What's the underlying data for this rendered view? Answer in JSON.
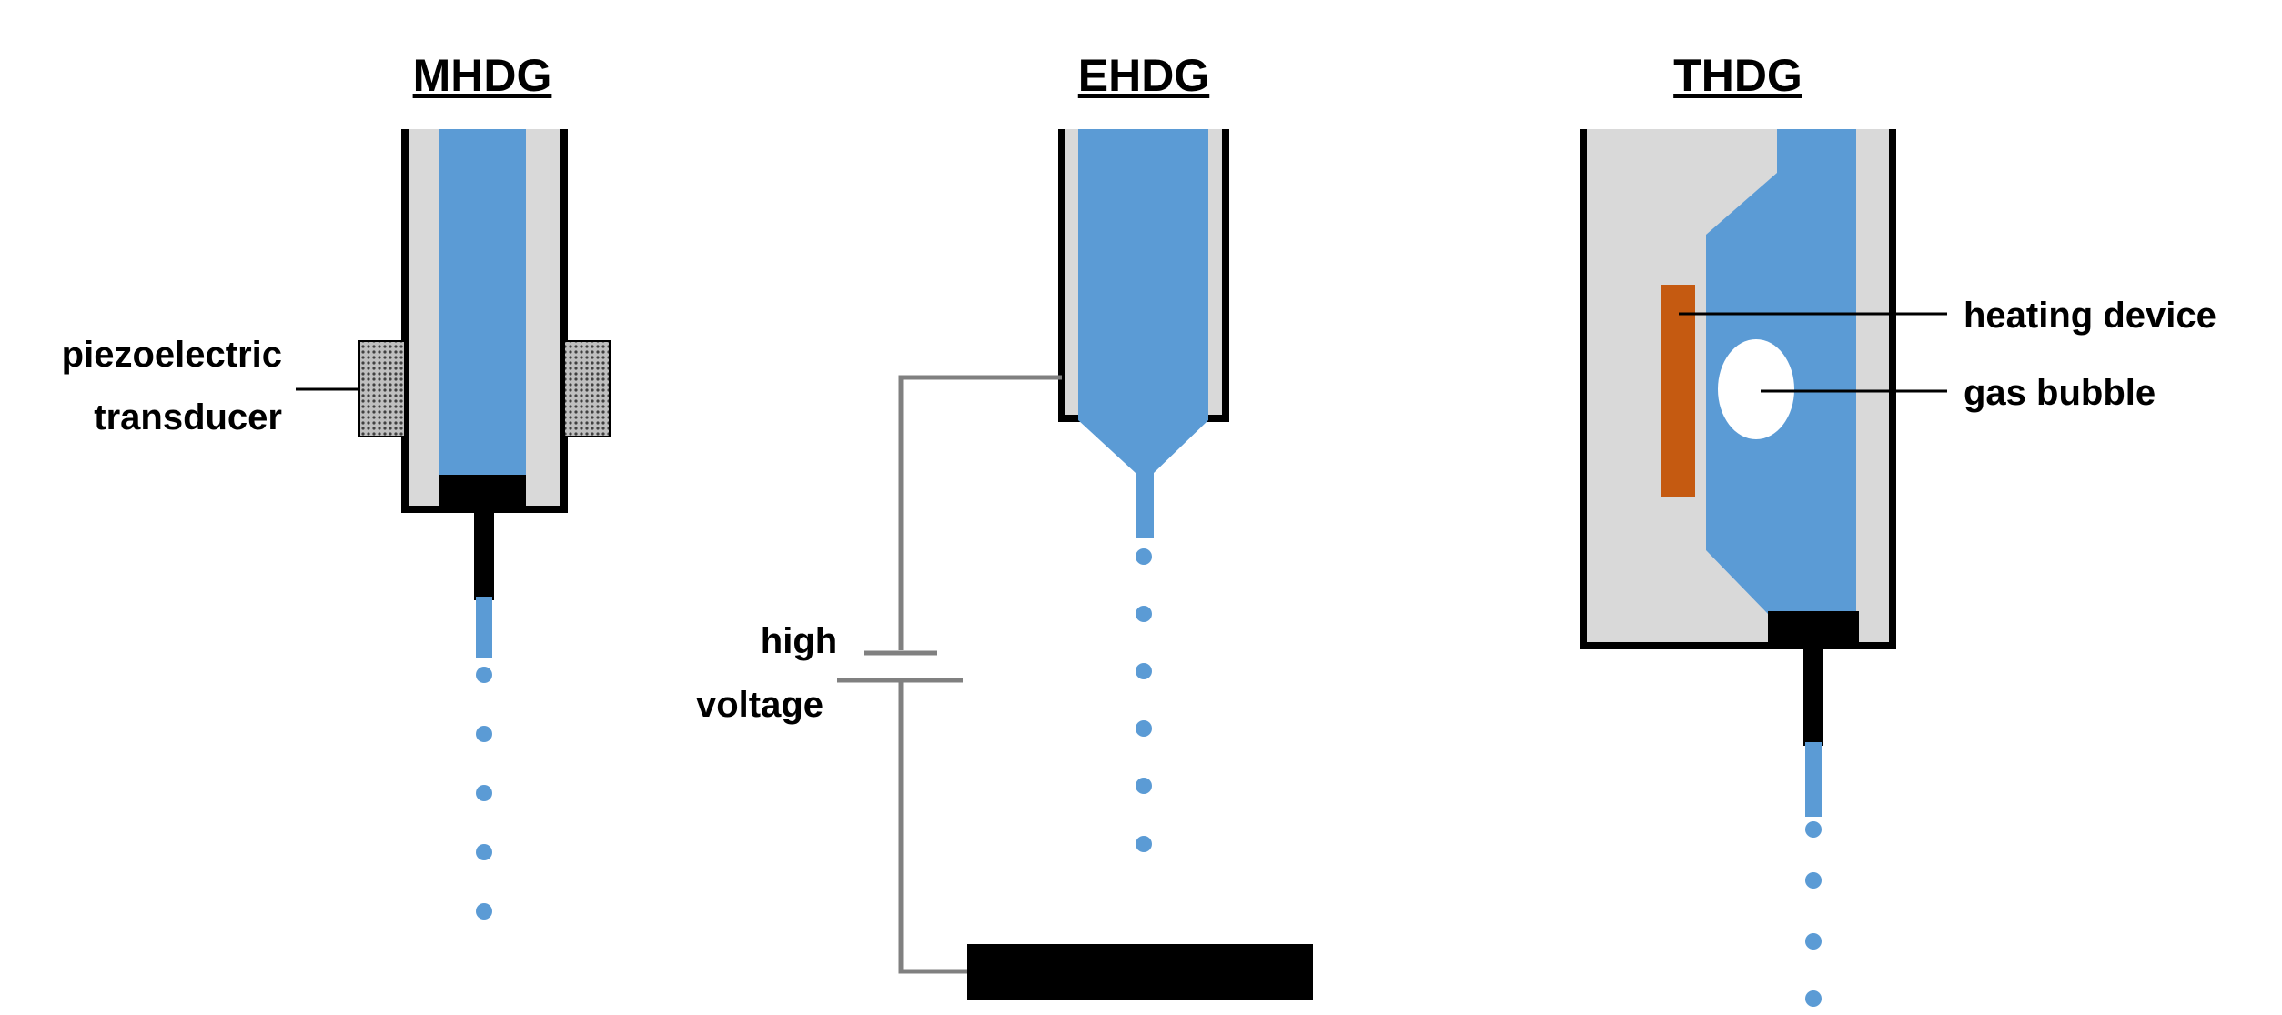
{
  "colors": {
    "liquid": "#5b9bd5",
    "housing": "#d9d9d9",
    "outline": "#000000",
    "wire": "#808080",
    "heater": "#c55a11"
  },
  "mhdg": {
    "title": "MHDG",
    "transducer_label_line1": "piezoelectric",
    "transducer_label_line2": "transducer"
  },
  "ehdg": {
    "title": "EHDG",
    "voltage_label_line1": "high",
    "voltage_label_line2": "voltage"
  },
  "thdg": {
    "title": "THDG",
    "heater_label": "heating device",
    "bubble_label": "gas bubble"
  }
}
